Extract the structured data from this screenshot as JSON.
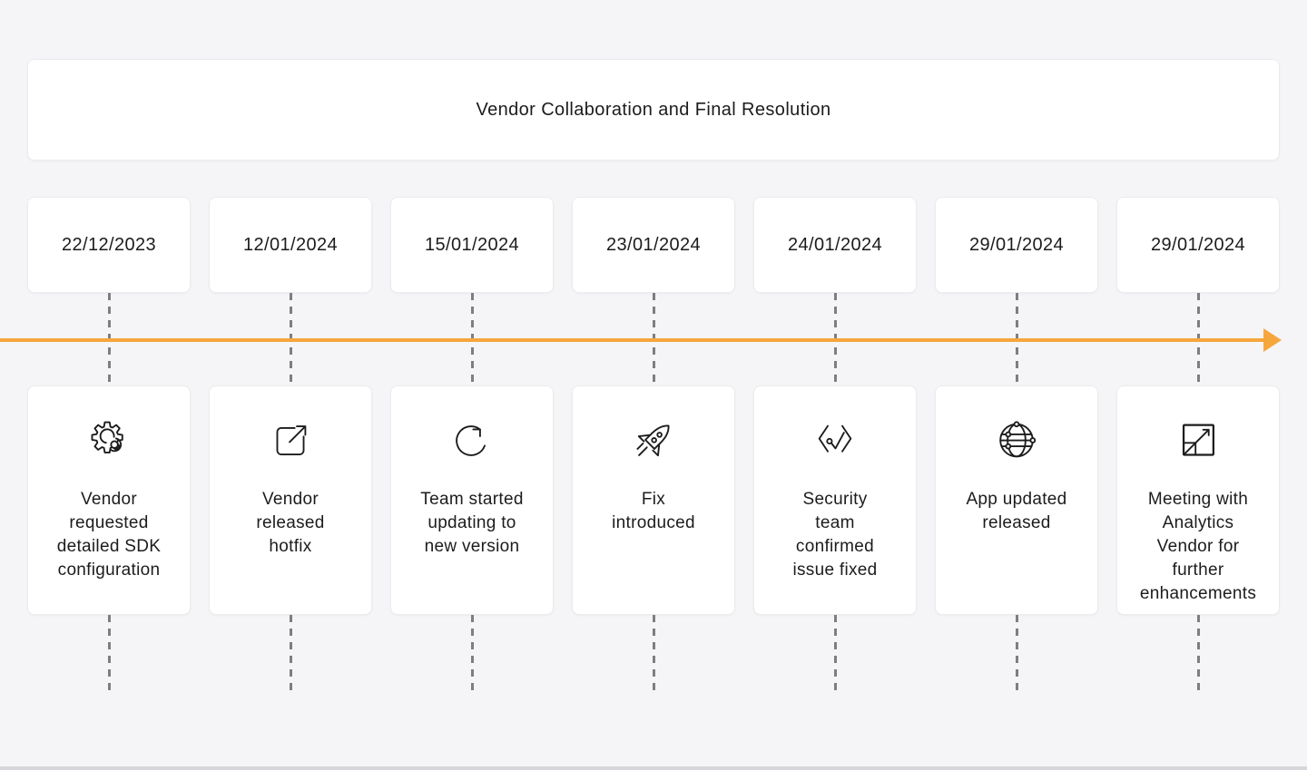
{
  "page": {
    "title": "Vendor Collaboration and Final Resolution",
    "background_color": "#f5f5f7",
    "accent_color": "#f6a73c",
    "dash_color": "#7e7e81"
  },
  "timeline": {
    "type": "horizontal-arrow",
    "direction": "left-to-right"
  },
  "events": [
    {
      "date": "22/12/2023",
      "icon": "gear-icon",
      "label": "Vendor\nrequested\ndetailed SDK\nconfiguration"
    },
    {
      "date": "12/01/2024",
      "icon": "launch-icon",
      "label": "Vendor\nreleased\nhotfix"
    },
    {
      "date": "15/01/2024",
      "icon": "refresh-icon",
      "label": "Team started\nupdating to\nnew version"
    },
    {
      "date": "23/01/2024",
      "icon": "rocket-icon",
      "label": "Fix\nintroduced"
    },
    {
      "date": "24/01/2024",
      "icon": "code-check-icon",
      "label": "Security\nteam\nconfirmed\nissue fixed"
    },
    {
      "date": "29/01/2024",
      "icon": "globe-icon",
      "label": "App updated\nreleased"
    },
    {
      "date": "29/01/2024",
      "icon": "scale-icon",
      "label": "Meeting with\nAnalytics\nVendor for\nfurther\nenhancements"
    }
  ]
}
